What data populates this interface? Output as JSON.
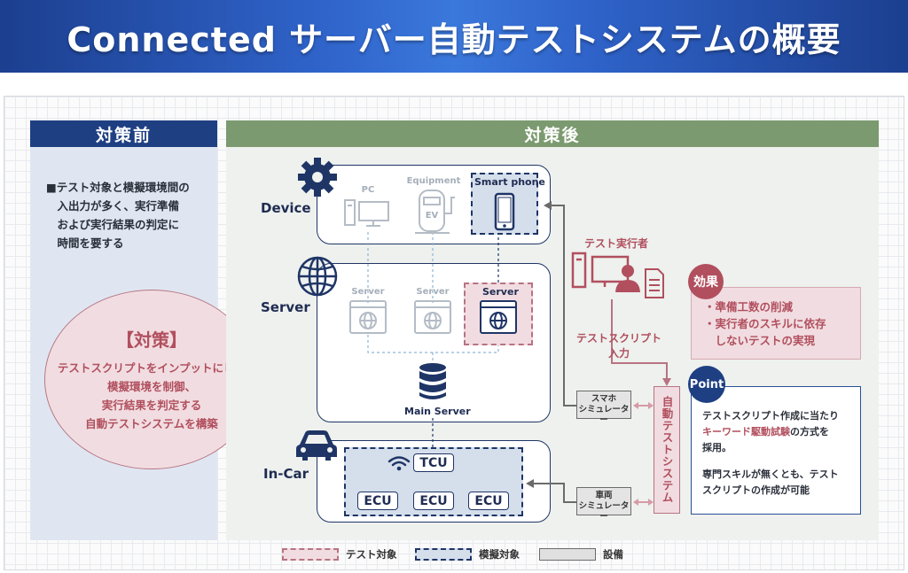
{
  "header": {
    "title": "Connected サーバー自動テストシステムの概要"
  },
  "before": {
    "label": "対策前",
    "issue_lines": [
      "■テスト対象と模擬環境間の",
      "　入出力が多く、実行準備",
      "　および実行結果の判定に",
      "　時間を要する"
    ],
    "measure_title": "【対策】",
    "measure_lines": [
      "テストスクリプトをインプットにし、",
      "模擬環境を制御、",
      "実行結果を判定する",
      "自動テストシステムを構築"
    ]
  },
  "after": {
    "label": "対策後",
    "rows": {
      "device": "Device",
      "server": "Server",
      "incar": "In-Car"
    },
    "device_items": {
      "pc": "PC",
      "equipment": "Equipment",
      "ev": "EV",
      "smartphone": "Smart phone"
    },
    "server_items": {
      "server1": "Server",
      "server2": "Server",
      "server3": "Server",
      "main_server": "Main Server"
    },
    "incar_items": {
      "tcu": "TCU",
      "ecu1": "ECU",
      "ecu2": "ECU",
      "ecu3": "ECU"
    },
    "tester_label": "テスト実行者",
    "script_input_lines": [
      "テストスクリプト",
      "入力"
    ],
    "sim_phone_lines": [
      "スマホ",
      "シミュレーター"
    ],
    "sim_vehicle_lines": [
      "車両",
      "シミュレーター"
    ],
    "auto_system": "自動テストシステム"
  },
  "effect": {
    "badge": "効果",
    "lines": [
      "・準備工数の削減",
      "・実行者のスキルに依存",
      "　しないテストの実現"
    ]
  },
  "point": {
    "badge": "Point",
    "line1": "テストスクリプト作成に当たり",
    "line2_keyword": "キーワード駆動試験",
    "line2_rest": "の方式を",
    "line3": "採用。",
    "line4": "専門スキルが無くとも、テスト",
    "line5": "スクリプトの作成が可能"
  },
  "legend": {
    "test_target": "テスト対象",
    "emulated": "模擬対象",
    "equipment": "設備"
  },
  "colors": {
    "navy": "#1f3f83",
    "green": "#7b9a6f",
    "rose": "#b14f5e",
    "banner": "#2f63c9"
  }
}
